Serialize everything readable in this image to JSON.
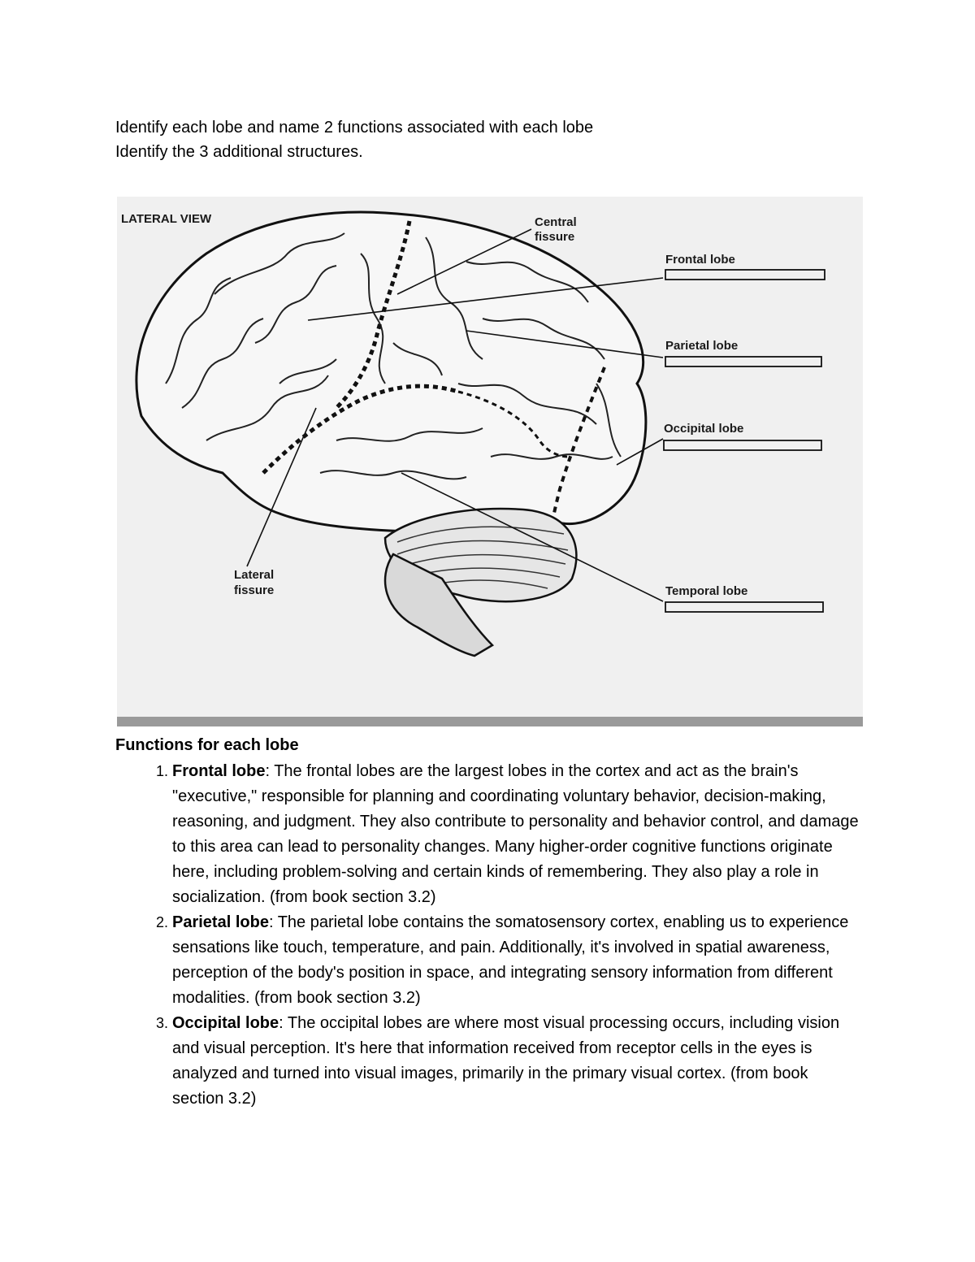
{
  "instructions": {
    "line1": "Identify each lobe and name 2 functions associated with each lobe",
    "line2": "Identify the 3 additional structures."
  },
  "figure": {
    "view_label": "LATERAL VIEW",
    "central_fissure": [
      "Central",
      "fissure"
    ],
    "lateral_fissure": [
      "Lateral",
      "fissure"
    ],
    "labels": {
      "frontal": "Frontal lobe",
      "parietal": "Parietal lobe",
      "occipital": "Occipital lobe",
      "temporal": "Temporal lobe"
    }
  },
  "functions": {
    "heading": "Functions for each lobe",
    "items": [
      {
        "name": "Frontal lobe",
        "text": ": The frontal lobes are the largest lobes in the cortex and act as the brain's \"executive,\" responsible for planning and coordinating voluntary behavior, decision-making, reasoning, and judgment. They also contribute to personality and behavior control, and damage to this area can lead to personality changes. Many higher-order cognitive functions originate here, including problem-solving and certain kinds of remembering. They also play a role in socialization. (from book section 3.2)"
      },
      {
        "name": "Parietal lobe",
        "text": ": The parietal lobe contains the somatosensory cortex, enabling us to experience sensations like touch, temperature, and pain. Additionally, it's involved in spatial awareness, perception of the body's position in space, and integrating sensory information from different modalities. (from book section 3.2)"
      },
      {
        "name": "Occipital lobe",
        "text": ": The occipital lobes are where most visual processing occurs, including vision and visual perception. It's here that information received from receptor cells in the eyes is analyzed and turned into visual images, primarily in the primary visual cortex. (from book section 3.2)"
      }
    ]
  }
}
